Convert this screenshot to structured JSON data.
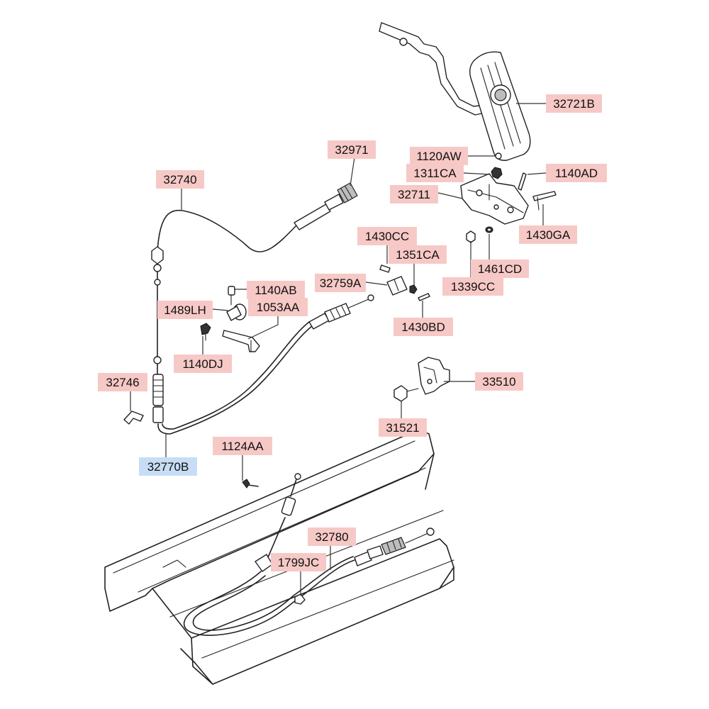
{
  "labels": {
    "p32721B": "32721B",
    "p1120AW": "1120AW",
    "p1311CA": "1311CA",
    "p1140AD": "1140AD",
    "p32711": "32711",
    "p1430GA": "1430GA",
    "p32971": "32971",
    "p32740": "32740",
    "p1430CC": "1430CC",
    "p1351CA": "1351CA",
    "p32759A": "32759A",
    "p1461CD": "1461CD",
    "p1339CC": "1339CC",
    "p1140AB": "1140AB",
    "p1489LH": "1489LH",
    "p1053AA": "1053AA",
    "p1430BD": "1430BD",
    "p1140DJ": "1140DJ",
    "p32746": "32746",
    "p33510": "33510",
    "p31521": "31521",
    "p32770B": "32770B",
    "p1124AA": "1124AA",
    "p32780": "32780",
    "p1799JC": "1799JC"
  },
  "colors": {
    "label_fill": "#f6c9c6",
    "highlight_fill": "#c7ddf5",
    "line": "#222222"
  }
}
